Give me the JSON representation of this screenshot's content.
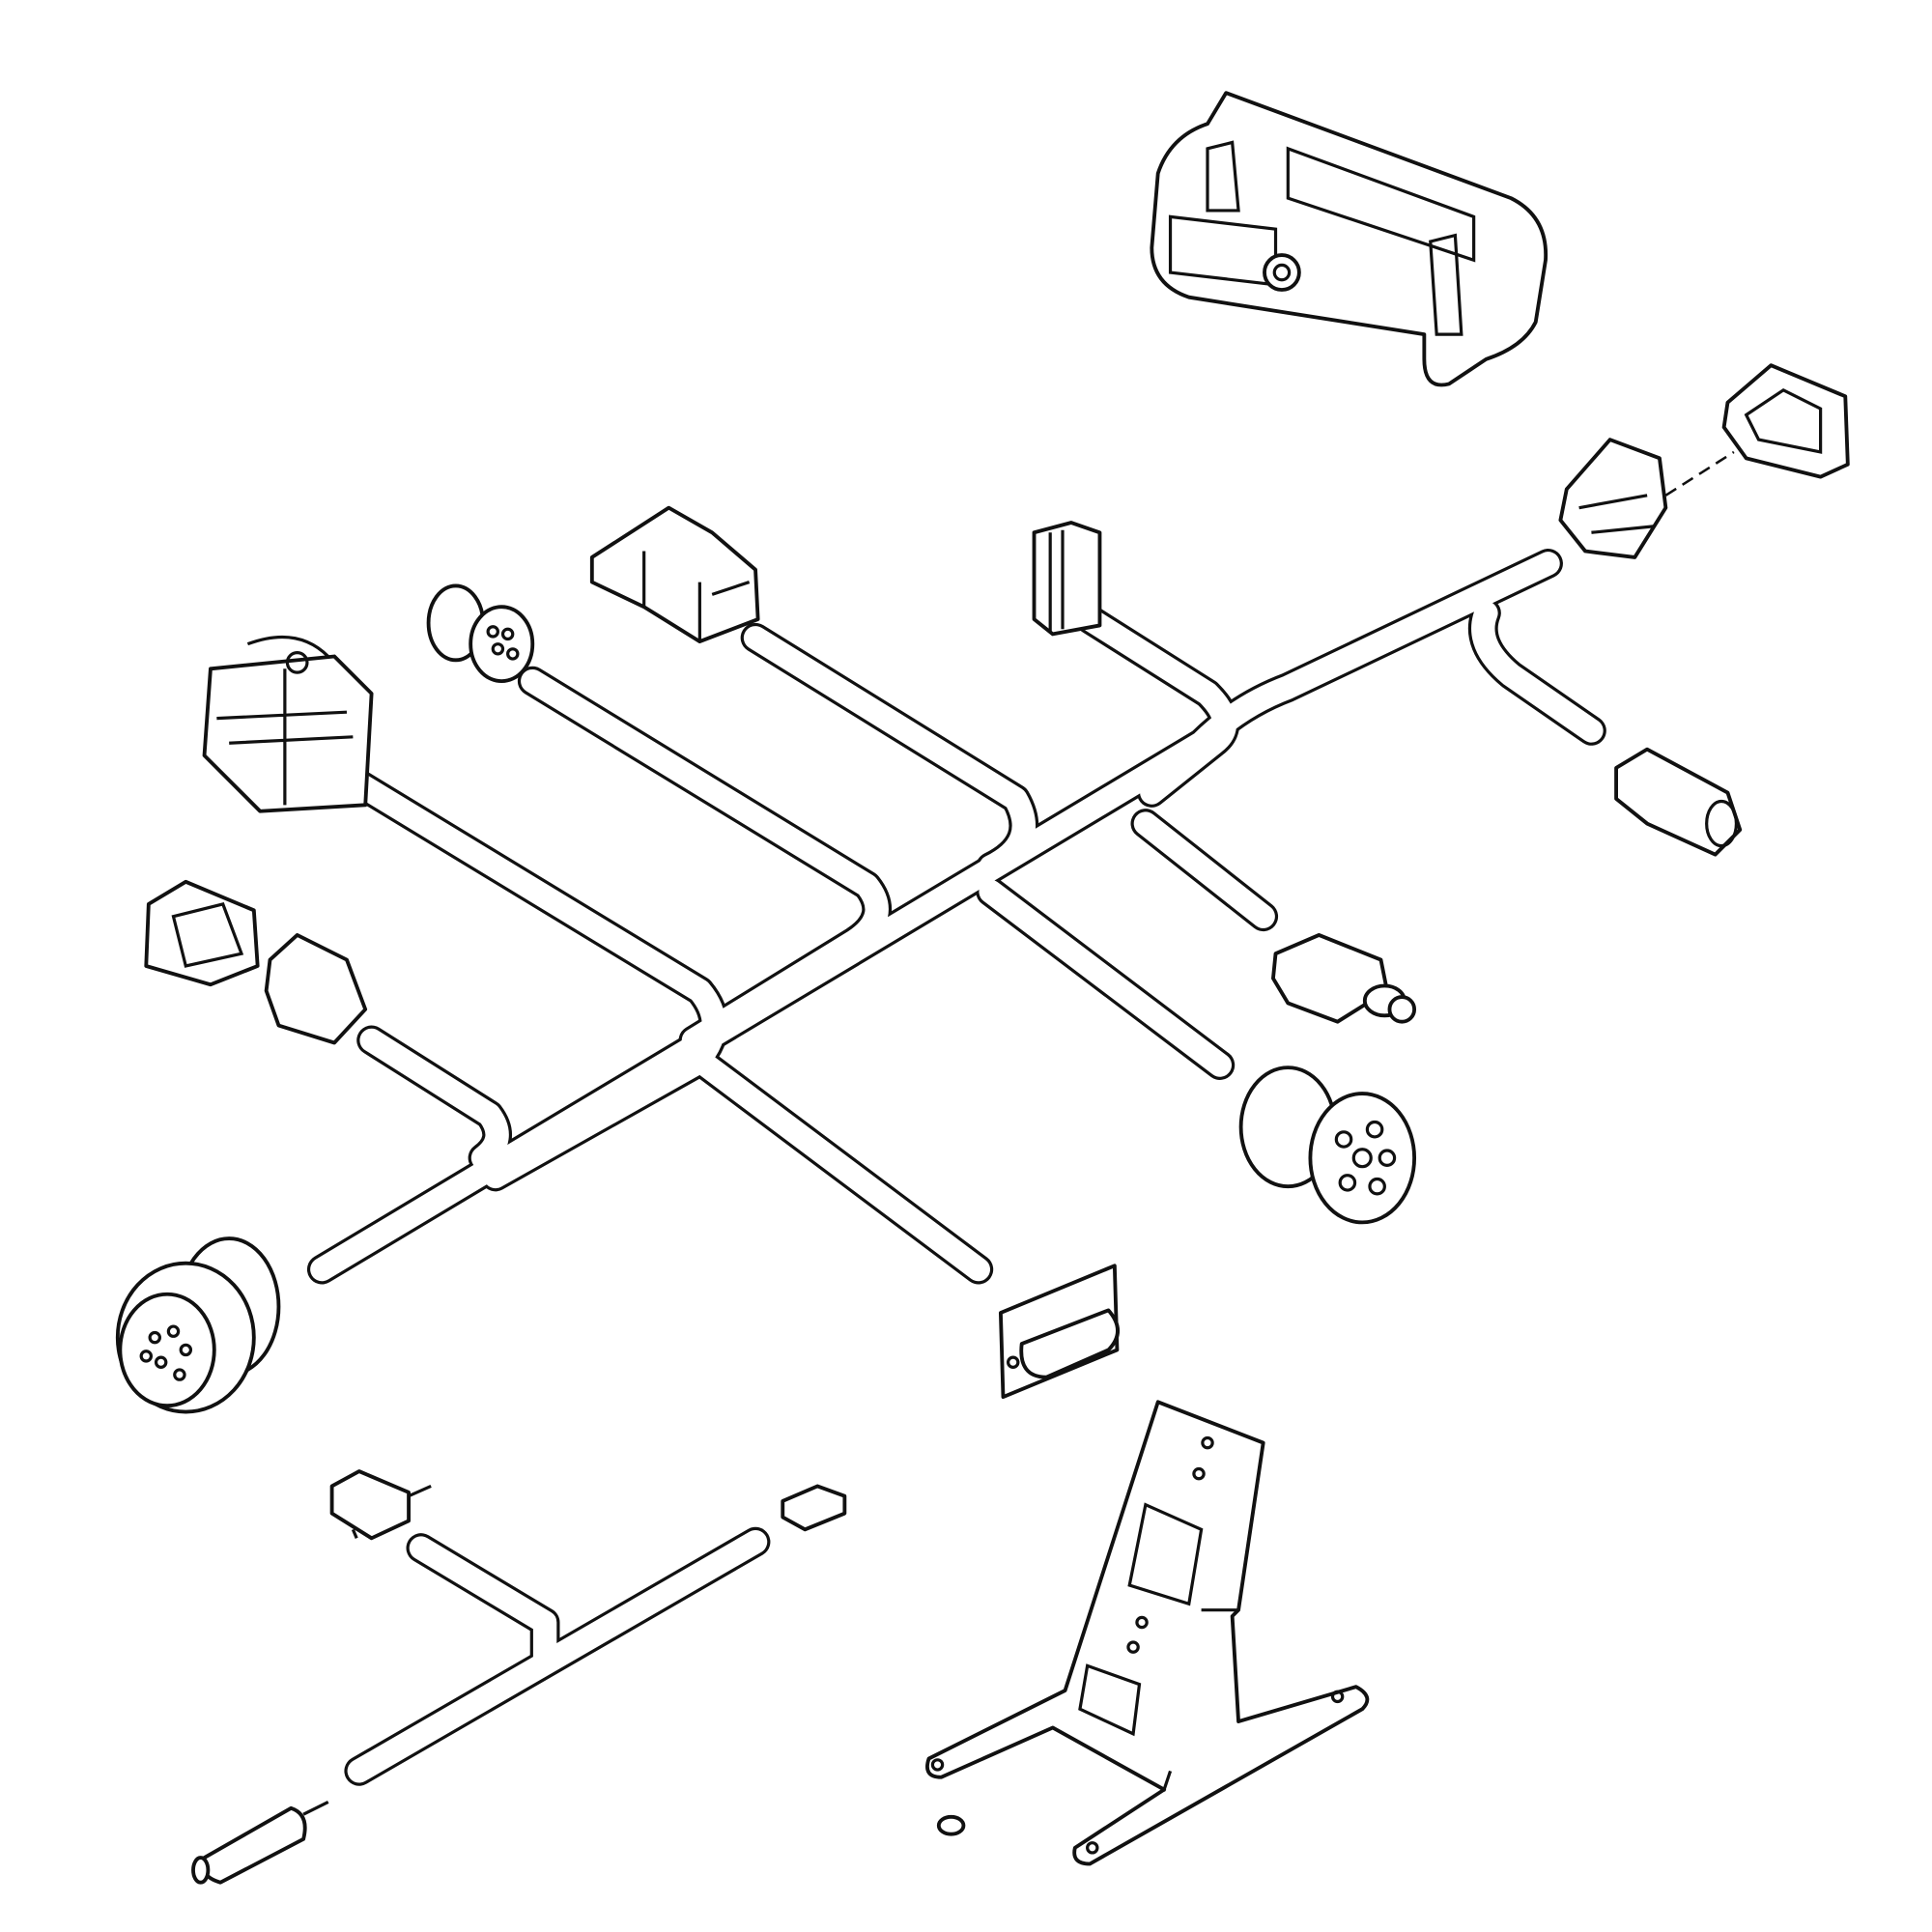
{
  "diagram": {
    "type": "exploded wiring harness line drawing",
    "line_color": "#111111",
    "background": "#ffffff",
    "components": [
      "display-unit-cradle",
      "main-harness",
      "multi-pin-ecu-connector",
      "round-8-pin-connector",
      "deutsch-12-pin-connector",
      "sealed-2-pin-connector",
      "weatherpack-pair-right",
      "deutsch-dt-connector-right",
      "weatherpack-2-pin-connector",
      "round-9-pin-connector",
      "weatherpack-pair-left",
      "circular-bulkhead-connector",
      "db9-serial-connector",
      "power-harness",
      "inline-fuse-holder",
      "small-2-pin-connector",
      "cigarette-lighter-plug",
      "mounting-bracket",
      "washer"
    ]
  }
}
